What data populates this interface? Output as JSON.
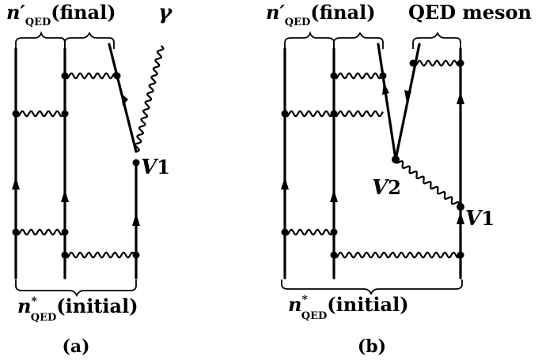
{
  "panel_a": {
    "top_label_prime": "n′",
    "top_label_sub": "QED",
    "top_label_paren": "(final)",
    "gamma_label": "γ",
    "vertex_label": "V",
    "vertex_sub": "1",
    "bottom_label": "n",
    "bottom_sup": "*",
    "bottom_sub": "QED",
    "bottom_paren": "(initial)",
    "caption": "(a)"
  },
  "panel_b": {
    "top_label_prime": "n′",
    "top_label_sub": "QED",
    "top_label_paren": "(final)",
    "meson_label": "QED meson",
    "vertex1_label": "V",
    "vertex1_sub": "1",
    "vertex2_label": "V",
    "vertex2_sub": "2",
    "bottom_label": "n",
    "bottom_sup": "*",
    "bottom_sub": "QED",
    "bottom_paren": "(initial)",
    "caption": "(b)"
  }
}
